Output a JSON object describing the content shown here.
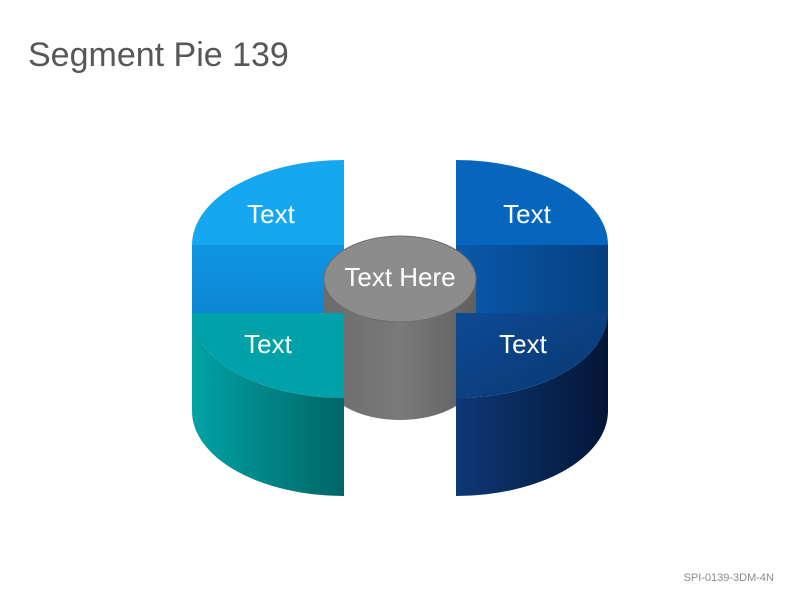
{
  "title": "Segment Pie 139",
  "center": {
    "label": "Text Here"
  },
  "segments": [
    {
      "id": "top-left",
      "label": "Text"
    },
    {
      "id": "top-right",
      "label": "Text"
    },
    {
      "id": "bottom-left",
      "label": "Text"
    },
    {
      "id": "bottom-right",
      "label": "Text"
    }
  ],
  "code": "SPI-0139-3DM-4N",
  "colors": {
    "top_left": "#13a5ef",
    "top_right": "#0664bc",
    "bottom_left": "#00a1aa",
    "bottom_right": "#0b3a7c",
    "center": "#8a8a8a"
  }
}
